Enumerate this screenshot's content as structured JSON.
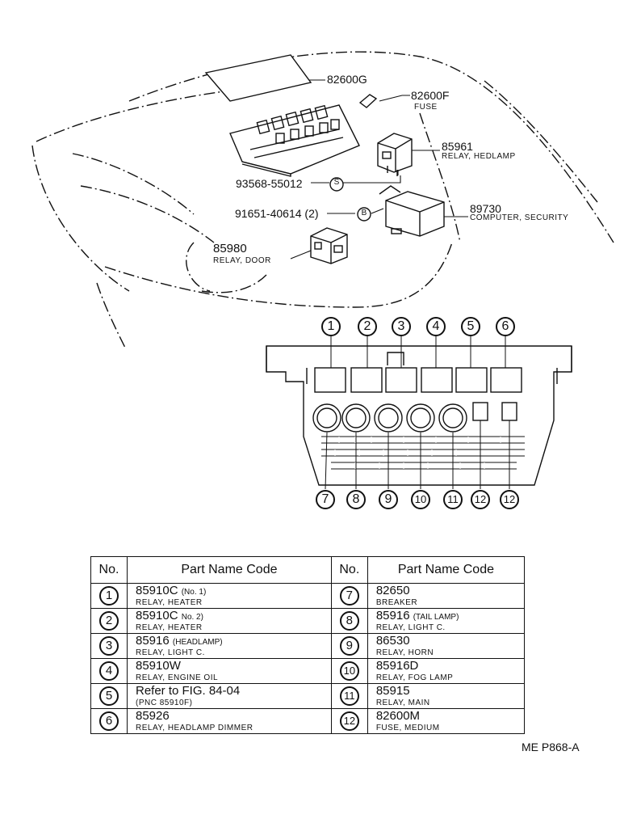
{
  "callouts": {
    "c82600g": "82600G",
    "c82600f": "82600F",
    "c82600f_name": "FUSE",
    "c85961": "85961",
    "c85961_name": "RELAY, HEDLAMP",
    "c93568": "93568-55012",
    "c93568_marker": "S",
    "c89730": "89730",
    "c89730_name": "COMPUTER, SECURITY",
    "c91651": "91651-40614 (2)",
    "c91651_marker": "B",
    "c85980": "85980",
    "c85980_name": "RELAY, DOOR"
  },
  "block_numbers": {
    "top": [
      "1",
      "2",
      "3",
      "4",
      "5",
      "6"
    ],
    "bottom": [
      "7",
      "8",
      "9",
      "10",
      "11",
      "12",
      "12"
    ]
  },
  "table": {
    "headers": {
      "no_left": "No.",
      "name_left": "Part  Name  Code",
      "no_right": "No.",
      "name_right": "Part  Name  Code"
    },
    "rows": [
      {
        "ln": "1",
        "lcode": "85910C",
        "lnote": "(No. 1)",
        "lname": "RELAY, HEATER",
        "rn": "7",
        "rcode": "82650",
        "rnote": "",
        "rname": "BREAKER"
      },
      {
        "ln": "2",
        "lcode": "85910C",
        "lnote": "No. 2)",
        "lname": "RELAY, HEATER",
        "rn": "8",
        "rcode": "85916",
        "rnote": "(TAIL LAMP)",
        "rname": "RELAY, LIGHT C."
      },
      {
        "ln": "3",
        "lcode": "85916",
        "lnote": "(HEADLAMP)",
        "lname": "RELAY, LIGHT C.",
        "rn": "9",
        "rcode": "86530",
        "rnote": "",
        "rname": "RELAY, HORN"
      },
      {
        "ln": "4",
        "lcode": "85910W",
        "lnote": "",
        "lname": "RELAY, ENGINE OIL",
        "rn": "10",
        "rcode": "85916D",
        "rnote": "",
        "rname": "RELAY, FOG LAMP"
      },
      {
        "ln": "5",
        "lcode": "Refer to FIG. 84-04",
        "lnote": "",
        "lname": "(PNC 85910F)",
        "rn": "11",
        "rcode": "85915",
        "rnote": "",
        "rname": "RELAY, MAIN"
      },
      {
        "ln": "6",
        "lcode": "85926",
        "lnote": "",
        "lname": "RELAY, HEADLAMP DIMMER",
        "rn": "12",
        "rcode": "82600M",
        "rnote": "",
        "rname": "FUSE, MEDIUM"
      }
    ]
  },
  "footer": "ME  P868-A"
}
